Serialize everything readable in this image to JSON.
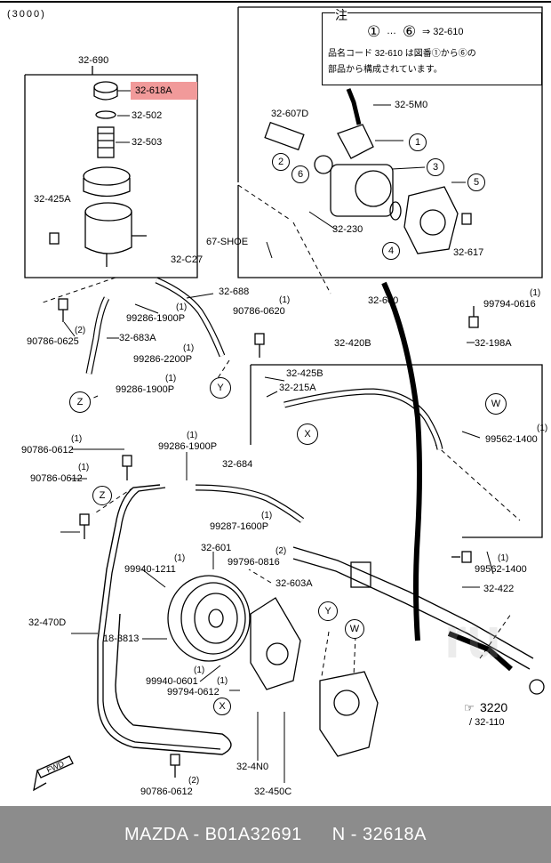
{
  "header": {
    "code": "(3000)"
  },
  "note": {
    "title": "注",
    "line1_left": "①",
    "line1_mid": "…",
    "line1_right": "⑥",
    "line1_arrow": "⇒ 32-610",
    "line2": "品名コード 32-610 は図番①から⑥の",
    "line3": "部品から構成されています。"
  },
  "labels": {
    "l32690": "32-690",
    "l32618a": "32-618A",
    "l32502": "32-502",
    "l32503": "32-503",
    "l32425a": "32-425A",
    "l32607d": "32-607D",
    "l325m0": "32-5M0",
    "l32230": "32-230",
    "l32617": "32-617",
    "l67shoe": "67-SHOE",
    "l32c27": "32-C27",
    "l32688": "32-688",
    "l90786_0620": "90786-0620",
    "l32600": "32-600",
    "l99794_0616": "99794-0616",
    "l32198a": "32-198A",
    "l90786_0625": "90786-0625",
    "l99286_1900p_a": "99286-1900P",
    "l32683a": "32-683A",
    "l99286_2200p": "99286-2200P",
    "l99286_1900p_b": "99286-1900P",
    "l32420b": "32-420B",
    "l32425b": "32-425B",
    "l32215a": "32-215A",
    "l99562_1400_a": "99562-1400",
    "l90786_0612_a": "90786-0612",
    "l90786_0612_b": "90786-0612",
    "l99286_1900p_c": "99286-1900P",
    "l32684": "32-684",
    "l99287_1600p": "99287-1600P",
    "l32601": "32-601",
    "l99940_1211": "99940-1211",
    "l99796_0816": "99796-0816",
    "l32603a": "32-603A",
    "l99562_1400_b": "99562-1400",
    "l32422": "32-422",
    "l32470d": "32-470D",
    "l18_3813": "18-3813",
    "l99940_0601": "99940-0601",
    "l99794_0612": "99794-0612",
    "l324n0": "32-4N0",
    "l90786_0612_c": "90786-0612",
    "l32450c": "32-450C",
    "l3220": "3220",
    "l32110": "/ 32-110",
    "fwd": "FWD"
  },
  "quantities": {
    "q_0620": "(1)",
    "q_0616": "(1)",
    "q_0625": "(2)",
    "q_1900p_a": "(1)",
    "q_2200p": "(1)",
    "q_1900p_b": "(1)",
    "q_1400_a": "(1)",
    "q_0612_a": "(1)",
    "q_0612_b": "(1)",
    "q_1900p_c": "(1)",
    "q_1600p": "(1)",
    "q_1211": "(1)",
    "q_0816": "(2)",
    "q_1400_b": "(1)",
    "q_0601": "(1)",
    "q_0612_d": "(1)",
    "q_0612_c": "(2)"
  },
  "callouts": {
    "c1": "1",
    "c2": "2",
    "c3": "3",
    "c4": "4",
    "c5": "5",
    "c6": "6",
    "x1": "X",
    "x2": "X",
    "y1": "Y",
    "y2": "Y",
    "z1": "Z",
    "z2": "Z",
    "w1": "W",
    "w2": "W"
  },
  "highlight_color": "#f19a9a",
  "footer": {
    "brand": "MAZDA - B01A32691",
    "part": "N - 32618A"
  },
  "watermark": "ru"
}
